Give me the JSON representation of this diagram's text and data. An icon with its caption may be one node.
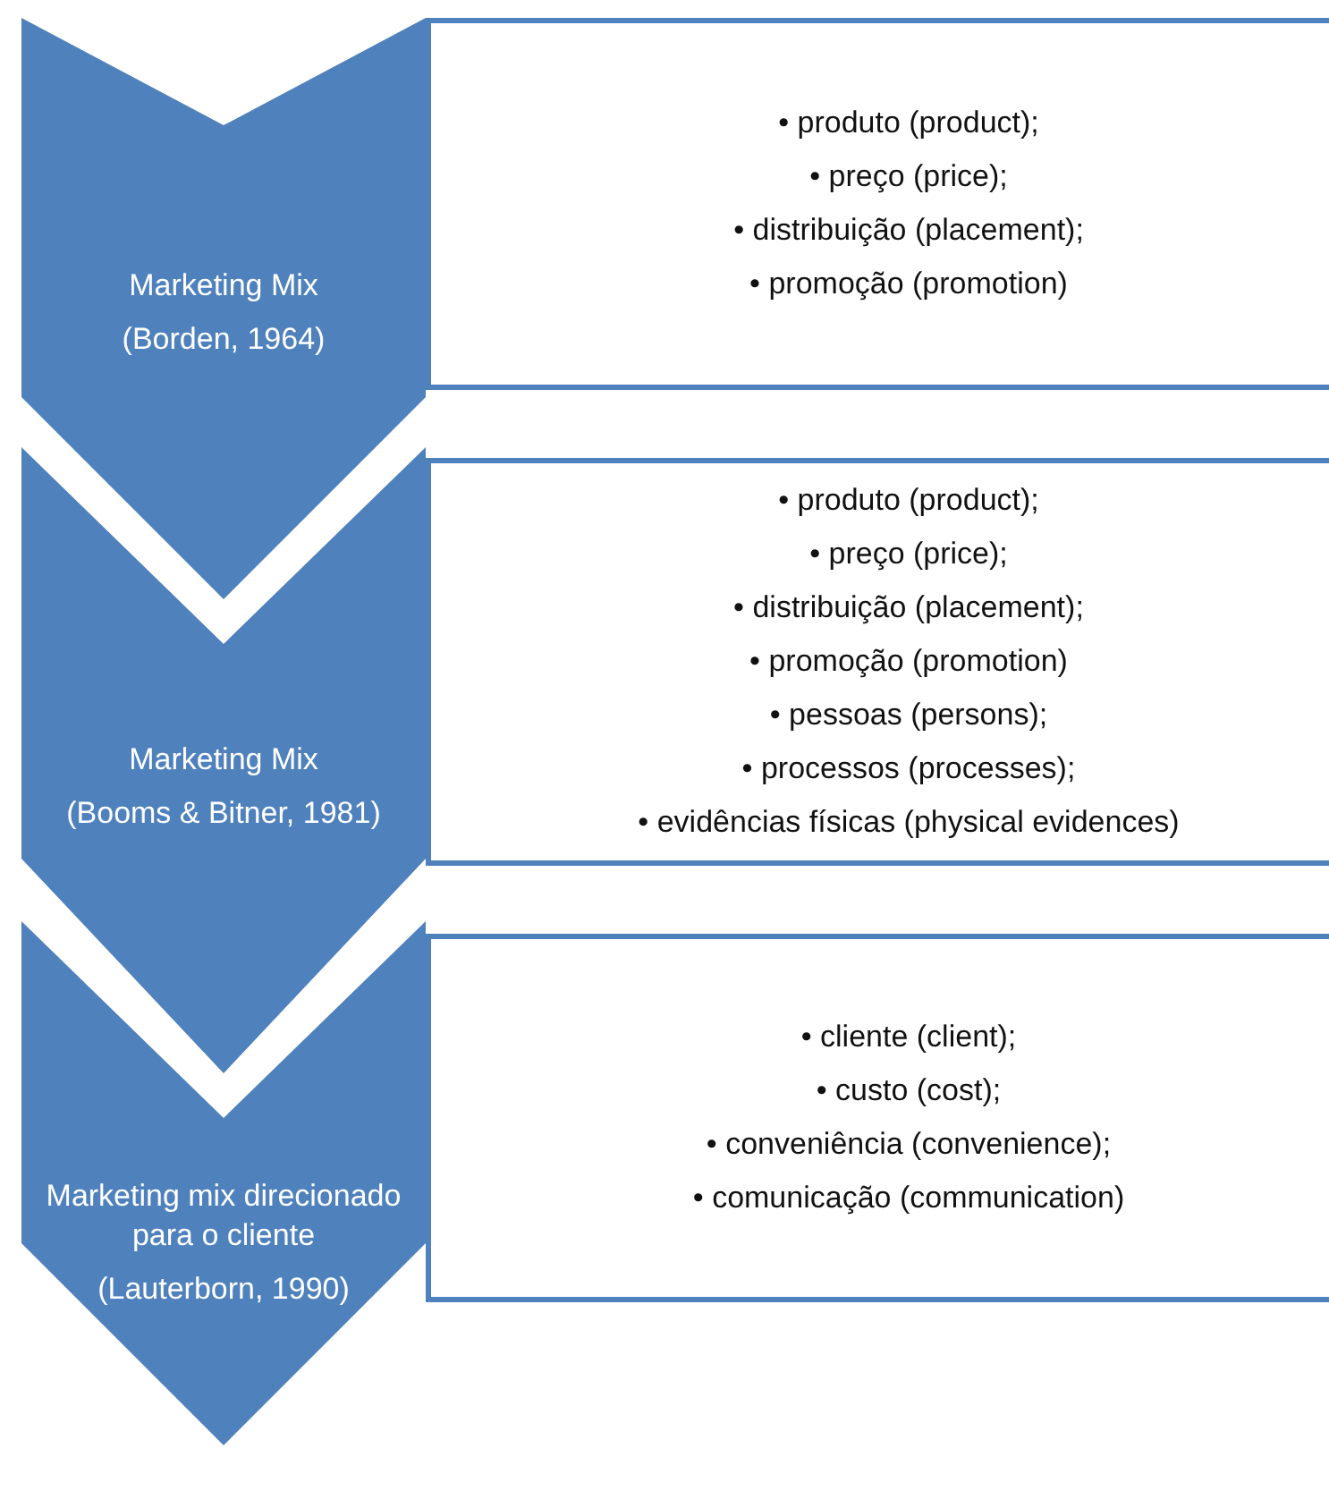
{
  "diagram": {
    "nodes": [
      {
        "text": [
          "Marketing Mix",
          "(Borden, 1964)"
        ]
      },
      {
        "text": [
          "• produto (product);",
          "• preço (price);",
          "• distribuição (placement);",
          "• promoção (promotion)"
        ]
      },
      {
        "text": [
          "Marketing Mix",
          "(Booms & Bitner, 1981)"
        ]
      },
      {
        "text": [
          "• produto (product);",
          "• preço (price);",
          "• distribuição (placement);",
          "• promoção (promotion)",
          "• pessoas (persons);",
          "• processos (processes);",
          "• evidências físicas (physical evidences)"
        ]
      },
      {
        "text": [
          "Marketing mix direcionado para o cliente",
          "(Lauterborn, 1990)"
        ]
      },
      {
        "text": [
          "• cliente (client);",
          "• custo (cost);",
          "• conveniência (convenience);",
          "• comunicação (communication)"
        ]
      }
    ],
    "edges": []
  }
}
